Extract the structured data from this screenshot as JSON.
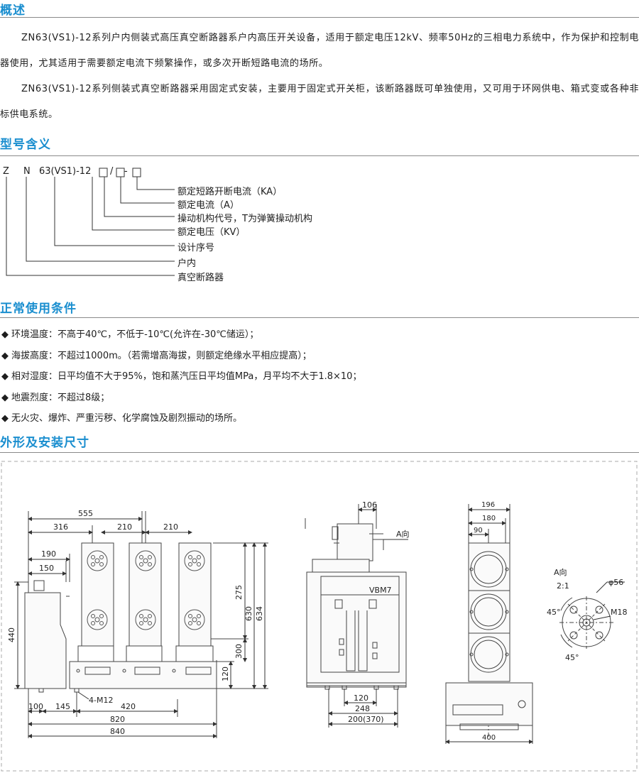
{
  "sections": {
    "overview": {
      "title": "概述",
      "p1": "ZN63(VS1)-12系列户内侧装式高压真空断路器系户内高压开关设备，适用于额定电压12kV、频率50Hz的三相电力系统中，作为保护和控制电器使用，尤其适用于需要额定电流下频繁操作，或多次开断短路电流的场所。",
      "p2": "ZN63(VS1)-12系列侧装式真空断路器采用固定式安装，主要用于固定式开关柜，该断路器既可单独使用，又可用于环网供电、箱式变或各种非标供电系统。"
    },
    "model": {
      "title": "型号含义",
      "code": {
        "z": "Z",
        "n": "N",
        "rest": "63(VS1)-12",
        "slash": "/",
        "dash": "-"
      },
      "labels": [
        "额定短路开断电流（KA）",
        "额定电流（A）",
        "操动机构代号，T为弹簧操动机构",
        "额定电压（KV）",
        "设计序号",
        "户内",
        "真空断路器"
      ]
    },
    "conditions": {
      "title": "正常使用条件",
      "bullet_symbol": "◆",
      "items": [
        "环境温度：不高于40℃，不低于-10℃(允许在-30℃储运）；",
        "海拔高度：不超过1000m。（若需增高海拔，则额定绝缘水平相应提高）；",
        "相对湿度：日平均值不大于95%，饱和蒸汽压日平均值MPa，月平均不大于1.8×10；",
        "地震烈度：不超过8级；",
        "无火灾、爆炸、严重污秽、化学腐蚀及剧烈振动的场所。"
      ]
    },
    "dimensions": {
      "title": "外形及安装尺寸",
      "front": {
        "d555": "555",
        "d316": "316",
        "d210a": "210",
        "d210b": "210",
        "d190": "190",
        "d150": "150",
        "d440": "440",
        "d275": "275",
        "d630": "630",
        "d634": "634",
        "d300": "300",
        "d120": "120",
        "m12": "4-M12",
        "d100": "100",
        "d145": "145",
        "d420": "420",
        "d820": "820",
        "d840": "840"
      },
      "side": {
        "d106": "106",
        "a_dir": "A向",
        "brand": "VBM7",
        "d120": "120",
        "d248": "248",
        "d200": "200(370)"
      },
      "top": {
        "d196": "196",
        "d180": "180",
        "d90": "90",
        "d400": "400"
      },
      "detail": {
        "title": "A向",
        "scale": "2:1",
        "phi56": "φ56",
        "m18": "M18",
        "a45a": "45°",
        "a45b": "45°"
      }
    }
  }
}
